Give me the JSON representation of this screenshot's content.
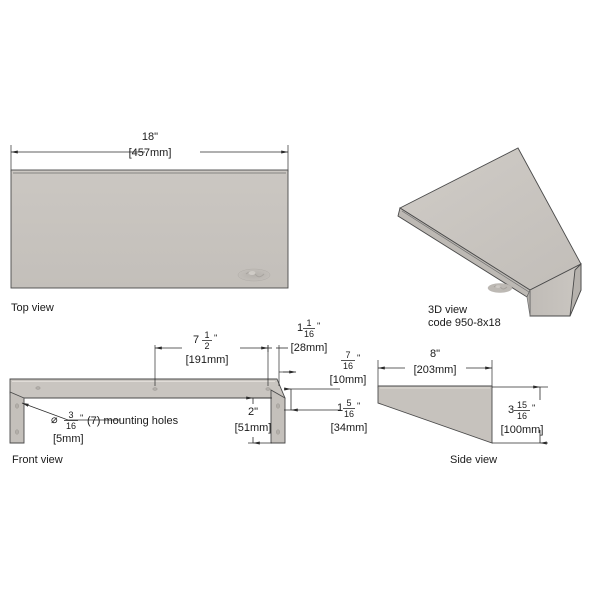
{
  "drawing": {
    "title_code": "code 950-8x18",
    "views": {
      "top": "Top view",
      "three_d": "3D view",
      "front": "Front view",
      "side": "Side view"
    },
    "colors": {
      "panel_fill": "#c6c2bd",
      "panel_fill_light": "#cecac5",
      "panel_fill_dark": "#b4b0ab",
      "panel_fill_face": "#c9c5c0",
      "outline": "#4a4a4a",
      "dimension_line": "#2b2b2b",
      "background": "#ffffff",
      "text": "#1a1a1a"
    },
    "dimensions": {
      "overall_length": {
        "imperial_whole": "18",
        "imperial_unit": "\"",
        "metric": "[457mm]"
      },
      "hole_spacing": {
        "imperial_whole": "7",
        "frac_num": "1",
        "frac_den": "2",
        "imperial_unit": "\"",
        "metric": "[191mm]"
      },
      "end_offset": {
        "imperial_whole": "1",
        "frac_num": "1",
        "frac_den": "16",
        "imperial_unit": "\"",
        "metric": "[28mm]"
      },
      "flange_thickness": {
        "imperial_whole": "",
        "frac_num": "7",
        "frac_den": "16",
        "imperial_unit": "\"",
        "metric": "[10mm]"
      },
      "leg_detail": {
        "imperial_whole": "1",
        "frac_num": "5",
        "frac_den": "16",
        "imperial_unit": "\"",
        "metric": "[34mm]"
      },
      "leg_height": {
        "imperial_whole": "2",
        "imperial_unit": "\"",
        "metric": "[51mm]"
      },
      "side_depth": {
        "imperial_whole": "8",
        "imperial_unit": "\"",
        "metric": "[203mm]"
      },
      "side_height": {
        "imperial_whole": "3",
        "frac_num": "15",
        "frac_den": "16",
        "imperial_unit": "\"",
        "metric": "[100mm]"
      },
      "hole_diameter": {
        "symbol": "⌀",
        "frac_num": "3",
        "frac_den": "16",
        "imperial_unit": "\"",
        "count_note": "(7) mounting holes",
        "metric": "[5mm]"
      }
    }
  }
}
